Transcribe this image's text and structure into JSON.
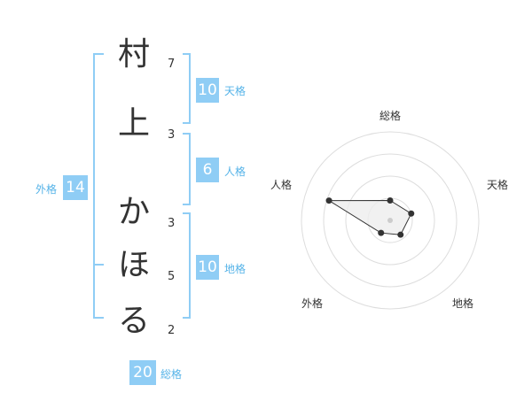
{
  "name_chars": [
    {
      "char": "村",
      "strokes": "7"
    },
    {
      "char": "上",
      "strokes": "3"
    },
    {
      "char": "か",
      "strokes": "3"
    },
    {
      "char": "ほ",
      "strokes": "5"
    },
    {
      "char": "る",
      "strokes": "2"
    }
  ],
  "fortunes": {
    "tenkaku": {
      "label": "天格",
      "value": "10"
    },
    "jinkaku": {
      "label": "人格",
      "value": "6"
    },
    "chikaku": {
      "label": "地格",
      "value": "10"
    },
    "gaikaku": {
      "label": "外格",
      "value": "14"
    },
    "soukaku": {
      "label": "総格",
      "value": "20"
    }
  },
  "radar": {
    "labels": {
      "soukaku": "総格",
      "tenkaku": "天格",
      "chikaku": "地格",
      "gaikaku": "外格",
      "jinkaku": "人格"
    },
    "rings": 4,
    "max": 4,
    "values": {
      "soukaku": 0.9,
      "tenkaku": 1.0,
      "chikaku": 0.8,
      "gaikaku": 0.7,
      "jinkaku": 2.9
    },
    "colors": {
      "ring": "#dddddd",
      "fill": "#eeeeee",
      "line": "#333333",
      "point": "#333333",
      "center": "#cccccc"
    }
  }
}
